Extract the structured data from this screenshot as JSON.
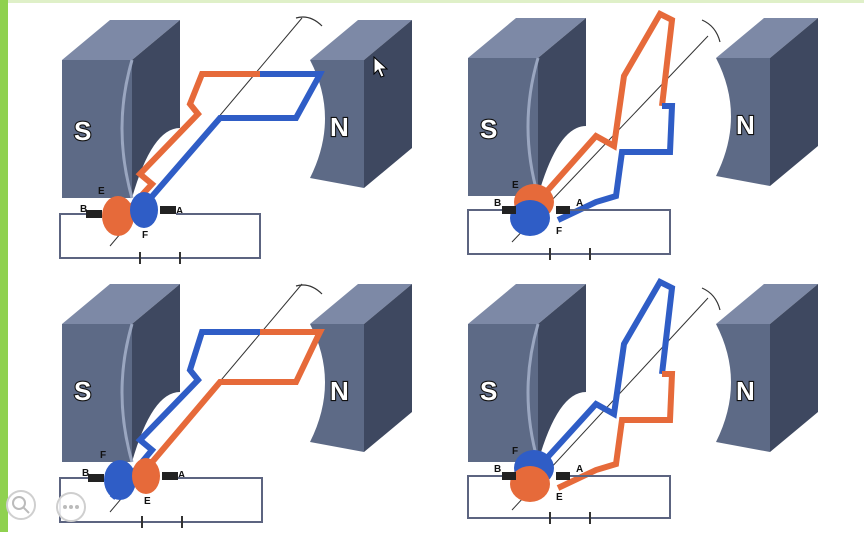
{
  "poles": {
    "south": "S",
    "north": "N"
  },
  "terminals": {
    "b": "B",
    "a": "A",
    "e": "E",
    "f": "F"
  },
  "colors": {
    "magnet": "#5d6a86",
    "magnet_dark": "#3e4860",
    "red_wire": "#e66a3a",
    "blue_wire": "#2f5dc6",
    "circuit": "#5c6480",
    "accent": "#8fd14f"
  },
  "icons": {
    "zoom": "magnifier-icon",
    "more": "ellipsis-icon",
    "pointer": "cursor-icon"
  }
}
